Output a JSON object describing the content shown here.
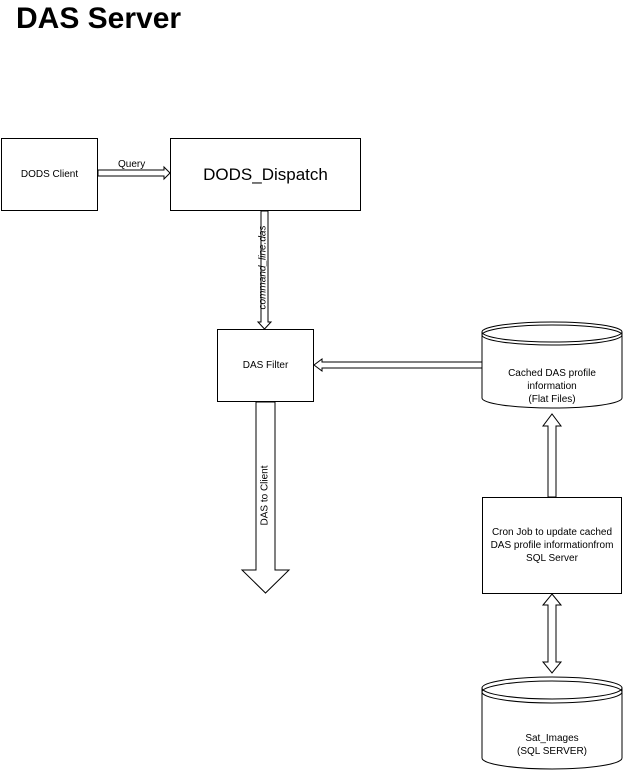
{
  "title": "DAS Server",
  "nodes": {
    "dods_client": "DODS Client",
    "dods_dispatch": "DODS_Dispatch",
    "das_filter": "DAS Filter",
    "cached_das": [
      "Cached DAS profile",
      "information",
      "(Flat Files)"
    ],
    "cron_job": [
      "Cron Job to update cached",
      "DAS profile informationfrom",
      "SQL Server"
    ],
    "sat_images": [
      "Sat_Images",
      "(SQL SERVER)"
    ]
  },
  "edges": {
    "query": "Query",
    "command_line": "command_line.das",
    "das_to_client": "DAS to Client"
  }
}
